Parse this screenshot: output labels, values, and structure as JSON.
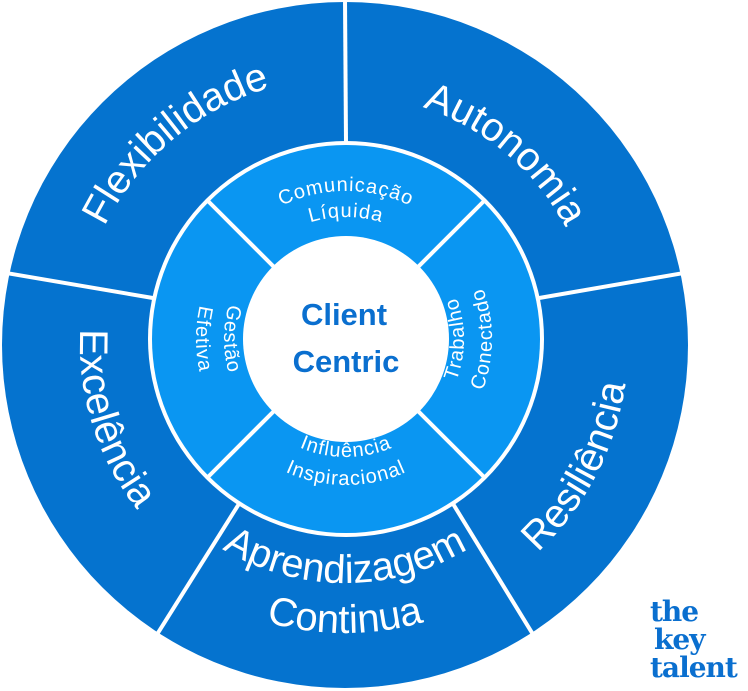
{
  "colors": {
    "outer_ring": "#0573cf",
    "inner_ring": "#0a96f2",
    "center_fill": "#ffffff",
    "center_text": "#0a6fcf",
    "divider": "#ffffff",
    "logo": "#0a6fcf"
  },
  "center": {
    "line1": "Client",
    "line2": "Centric"
  },
  "outer_segments": [
    {
      "id": "flexibilidade",
      "lines": [
        "Flexibilidade"
      ]
    },
    {
      "id": "autonomia",
      "lines": [
        "Autonomia"
      ]
    },
    {
      "id": "resiliencia",
      "lines": [
        "Resiliência"
      ]
    },
    {
      "id": "aprendizagem-continua",
      "lines": [
        "Aprendizagem",
        "Continua"
      ]
    },
    {
      "id": "excelencia",
      "lines": [
        "Excelência"
      ]
    }
  ],
  "inner_segments": [
    {
      "id": "comunicacao-liquida",
      "lines": [
        "Comunicação",
        "Líquida"
      ]
    },
    {
      "id": "trabalho-conectado",
      "lines": [
        "Trabalho",
        "Conectado"
      ]
    },
    {
      "id": "influencia-inspiracional",
      "lines": [
        "Influência",
        "Inspiracional"
      ]
    },
    {
      "id": "gestao-efetiva",
      "lines": [
        "Gestão",
        "Efetiva"
      ]
    }
  ],
  "logo": {
    "line1": "the",
    "line2": "key",
    "line3": "talent"
  }
}
